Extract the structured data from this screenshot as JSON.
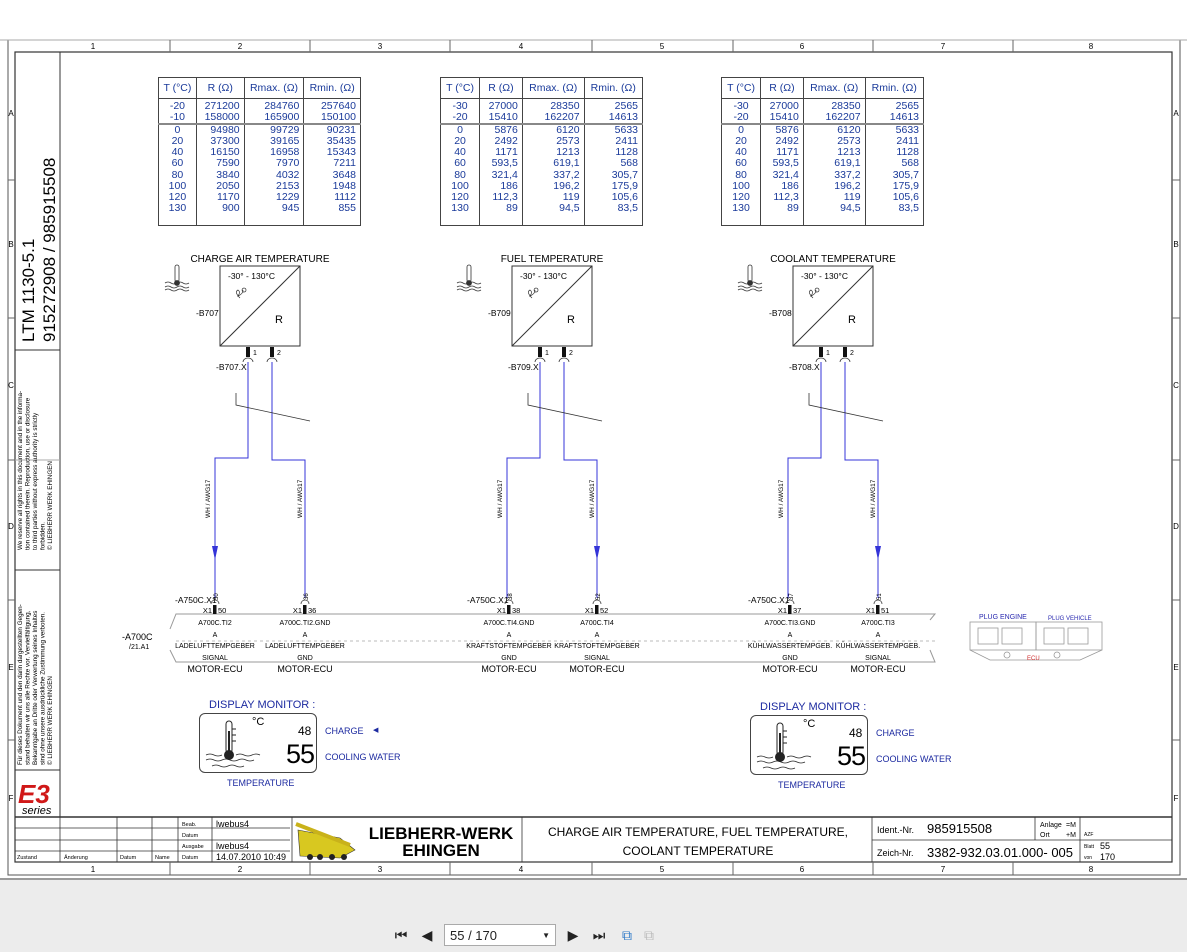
{
  "viewer": {
    "page_indicator": "55 / 170",
    "dropdown_icon": "chevron-down-icon"
  },
  "frame": {
    "columns": [
      "1",
      "2",
      "3",
      "4",
      "5",
      "6",
      "7",
      "8"
    ],
    "rows": [
      "A",
      "B",
      "C",
      "D",
      "E",
      "F"
    ]
  },
  "left_strip": {
    "model": "LTM 1130-5.1",
    "numbers": "915272908  /  985915508",
    "copyright_en": [
      "We reserve all rights in this document and in the informa-",
      "tion contained therein. Reproduction, use or disclosure",
      "to third parties without express authority is strictly",
      "forbidden.",
      "© LIEBHERR WERK EHINGEN"
    ],
    "copyright_de": [
      "Für dieses Dokument und den darin dargestellten Gegen-",
      "stand behalten wir uns alle Rechte vor. Vervielfältigung,",
      "Bekanntgabe an Dritte oder Verwertung seines Inhaltes",
      "sind ohne unsere ausdrückliche Zustimmung verboten.",
      "© LIEBHERR WERK EHINGEN"
    ],
    "logo_main": "E3",
    "logo_sub": "series"
  },
  "tables": [
    {
      "headers": [
        "T (°C)",
        "R (Ω)",
        "Rmax. (Ω)",
        "Rmin. (Ω)"
      ],
      "rows": [
        [
          "-20",
          "271200",
          "284760",
          "257640"
        ],
        [
          "-10",
          "158000",
          "165900",
          "150100"
        ],
        [
          "0",
          "94980",
          "99729",
          "90231"
        ],
        [
          "20",
          "37300",
          "39165",
          "35435"
        ],
        [
          "40",
          "16150",
          "16958",
          "15343"
        ],
        [
          "60",
          "7590",
          "7970",
          "7211"
        ],
        [
          "80",
          "3840",
          "4032",
          "3648"
        ],
        [
          "100",
          "2050",
          "2153",
          "1948"
        ],
        [
          "120",
          "1170",
          "1229",
          "1112"
        ],
        [
          "130",
          "900",
          "945",
          "855"
        ]
      ]
    },
    {
      "headers": [
        "T (°C)",
        "R (Ω)",
        "Rmax. (Ω)",
        "Rmin. (Ω)"
      ],
      "rows": [
        [
          "-30",
          "27000",
          "28350",
          "2565"
        ],
        [
          "-20",
          "15410",
          "162207",
          "14613"
        ],
        [
          "0",
          "5876",
          "6120",
          "5633"
        ],
        [
          "20",
          "2492",
          "2573",
          "2411"
        ],
        [
          "40",
          "1171",
          "1213",
          "1128"
        ],
        [
          "60",
          "593,5",
          "619,1",
          "568"
        ],
        [
          "80",
          "321,4",
          "337,2",
          "305,7"
        ],
        [
          "100",
          "186",
          "196,2",
          "175,9"
        ],
        [
          "120",
          "112,3",
          "119",
          "105,6"
        ],
        [
          "130",
          "89",
          "94,5",
          "83,5"
        ]
      ]
    },
    {
      "headers": [
        "T (°C)",
        "R (Ω)",
        "Rmax. (Ω)",
        "Rmin. (Ω)"
      ],
      "rows": [
        [
          "-30",
          "27000",
          "28350",
          "2565"
        ],
        [
          "-20",
          "15410",
          "162207",
          "14613"
        ],
        [
          "0",
          "5876",
          "6120",
          "5633"
        ],
        [
          "20",
          "2492",
          "2573",
          "2411"
        ],
        [
          "40",
          "1171",
          "1213",
          "1128"
        ],
        [
          "60",
          "593,5",
          "619,1",
          "568"
        ],
        [
          "80",
          "321,4",
          "337,2",
          "305,7"
        ],
        [
          "100",
          "186",
          "196,2",
          "175,9"
        ],
        [
          "120",
          "112,3",
          "119",
          "105,6"
        ],
        [
          "130",
          "89",
          "94,5",
          "83,5"
        ]
      ]
    }
  ],
  "sensors": [
    {
      "title": "CHARGE AIR TEMPERATURE",
      "range": "-30° - 130°C",
      "id": "-B707",
      "plug": "-B707.X",
      "pin1": "1",
      "pin2": "2",
      "r": "R",
      "wire1": "WH / AWG17",
      "wire2": "WH / AWG17"
    },
    {
      "title": "FUEL TEMPERATURE",
      "range": "-30° - 130°C",
      "id": "-B709",
      "plug": "-B709.X",
      "pin1": "1",
      "pin2": "2",
      "r": "R",
      "wire1": "WH / AWG17",
      "wire2": "WH / AWG17"
    },
    {
      "title": "COOLANT TEMPERATURE",
      "range": "-30° - 130°C",
      "id": "-B708",
      "plug": "-B708.X",
      "pin1": "1",
      "pin2": "2",
      "r": "R",
      "wire1": "WH / AWG17",
      "wire2": "WH / AWG17"
    }
  ],
  "ecu": {
    "device": "-A700C",
    "device_ref": "/21.A1",
    "connector_labels": [
      "-A750C.X1",
      "-A750C.X1",
      "-A750C.X1"
    ],
    "pins": [
      {
        "num": "50",
        "x1": "X1",
        "signal": "A700C.TI2",
        "a": "A",
        "desc": "LADELUFTTEMPGEBER",
        "type": "SIGNAL",
        "ecu": "MOTOR-ECU"
      },
      {
        "num": "36",
        "x1": "X1",
        "signal": "A700C.TI2.GND",
        "a": "A",
        "desc": "LADELUFTTEMPGEBER",
        "type": "GND",
        "ecu": "MOTOR-ECU"
      },
      {
        "num": "38",
        "x1": "X1",
        "signal": "A700C.TI4.GND",
        "a": "A",
        "desc": "KRAFTSTOFTEMPGEBER",
        "type": "GND",
        "ecu": "MOTOR-ECU"
      },
      {
        "num": "52",
        "x1": "X1",
        "signal": "A700C.TI4",
        "a": "A",
        "desc": "KRAFTSTOFTEMPGEBER",
        "type": "SIGNAL",
        "ecu": "MOTOR-ECU"
      },
      {
        "num": "37",
        "x1": "X1",
        "signal": "A700C.TI3.GND",
        "a": "A",
        "desc": "KÜHLWASSERTEMPGEB.",
        "type": "GND",
        "ecu": "MOTOR-ECU"
      },
      {
        "num": "51",
        "x1": "X1",
        "signal": "A700C.TI3",
        "a": "A",
        "desc": "KÜHLWASSERTEMPGEB.",
        "type": "SIGNAL",
        "ecu": "MOTOR-ECU"
      }
    ]
  },
  "plug_diagram": {
    "engine": "PLUG ENGINE",
    "vehicle": "PLUG VEHICLE",
    "ecu": "ECU"
  },
  "displays": [
    {
      "title": "DISPLAY MONITOR :",
      "unit": "°C",
      "small_value": "48",
      "big_value": "55",
      "charge": "CHARGE",
      "cooling": "COOLING WATER",
      "caption": "TEMPERATURE"
    },
    {
      "title": "DISPLAY MONITOR :",
      "unit": "°C",
      "small_value": "48",
      "big_value": "55",
      "charge": "CHARGE",
      "cooling": "COOLING WATER",
      "caption": "TEMPERATURE"
    }
  ],
  "title_block": {
    "rev_headers": [
      "Zustand",
      "Änderung",
      "Datum",
      "Name"
    ],
    "beab_label": "Beab.",
    "beab_value": "lwebus4",
    "datum_label": "Datum",
    "ausgabe_label": "Ausgabe",
    "ausgabe_value": "lwebus4",
    "datum2_label": "Datum",
    "datum2_value": "14.07.2010  10:49",
    "company_line1": "LIEBHERR-WERK",
    "company_line2": "EHINGEN",
    "title_line1": "CHARGE AIR TEMPERATURE, FUEL TEMPERATURE,",
    "title_line2": "COOLANT TEMPERATURE",
    "ident_label": "Ident.-Nr.",
    "ident_value": "985915508",
    "zeich_label": "Zeich-Nr.",
    "zeich_value": "3382-932.03.01.000- 005",
    "anlage_label": "Anlage",
    "anlage_value": "=M",
    "ort_label": "Ort",
    "ort_value": "+M",
    "azf_label": "AZF",
    "blatt_label": "Blatt",
    "blatt_value": "55",
    "von_label": "von",
    "von_value": "170"
  }
}
